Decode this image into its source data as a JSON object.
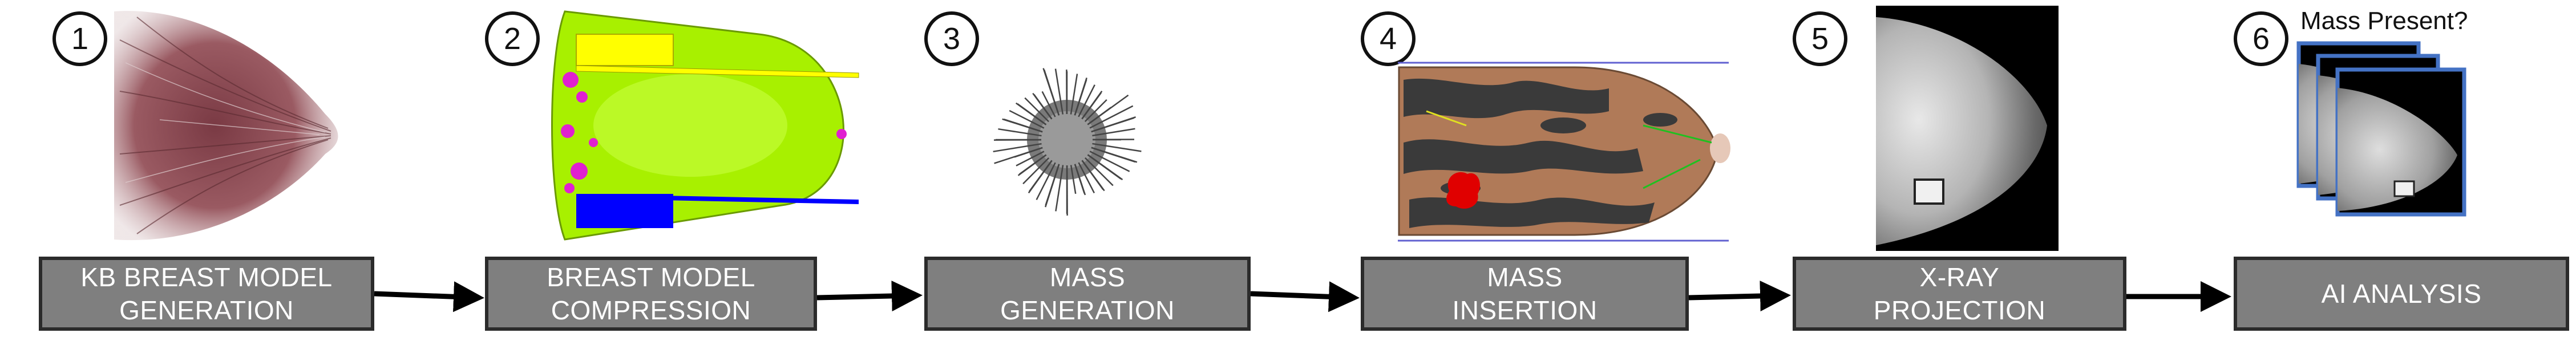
{
  "steps": [
    {
      "number": "1",
      "label_line1": "KB BREAST MODEL",
      "label_line2": "GENERATION",
      "illustration_icon": "breast-tissue-model-icon"
    },
    {
      "number": "2",
      "label_line1": "BREAST MODEL",
      "label_line2": "COMPRESSION",
      "illustration_icon": "compressed-breast-model-icon"
    },
    {
      "number": "3",
      "label_line1": "MASS",
      "label_line2": "GENERATION",
      "illustration_icon": "spiculated-mass-icon"
    },
    {
      "number": "4",
      "label_line1": "MASS",
      "label_line2": "INSERTION",
      "illustration_icon": "mass-inserted-phantom-icon"
    },
    {
      "number": "5",
      "label_line1": "X-RAY",
      "label_line2": "PROJECTION",
      "illustration_icon": "mammogram-projection-icon"
    },
    {
      "number": "6",
      "label_line1": "AI ANALYSIS",
      "label_line2": "",
      "illustration_icon": "stacked-mammograms-icon"
    }
  ],
  "step6_caption": "Mass Present?",
  "colors": {
    "box_fill": "#7f7f7f",
    "box_border": "#2b2b2b",
    "box_text": "#ffffff",
    "arrow": "#000000",
    "frame_blue": "#4472c4",
    "mass_red": "#e00000",
    "tissue_tan": "#b07a58",
    "compression_green": "#a8f000",
    "compression_yellow": "#ffff00",
    "compression_blue": "#0000ff",
    "compression_magenta": "#e020d0"
  }
}
